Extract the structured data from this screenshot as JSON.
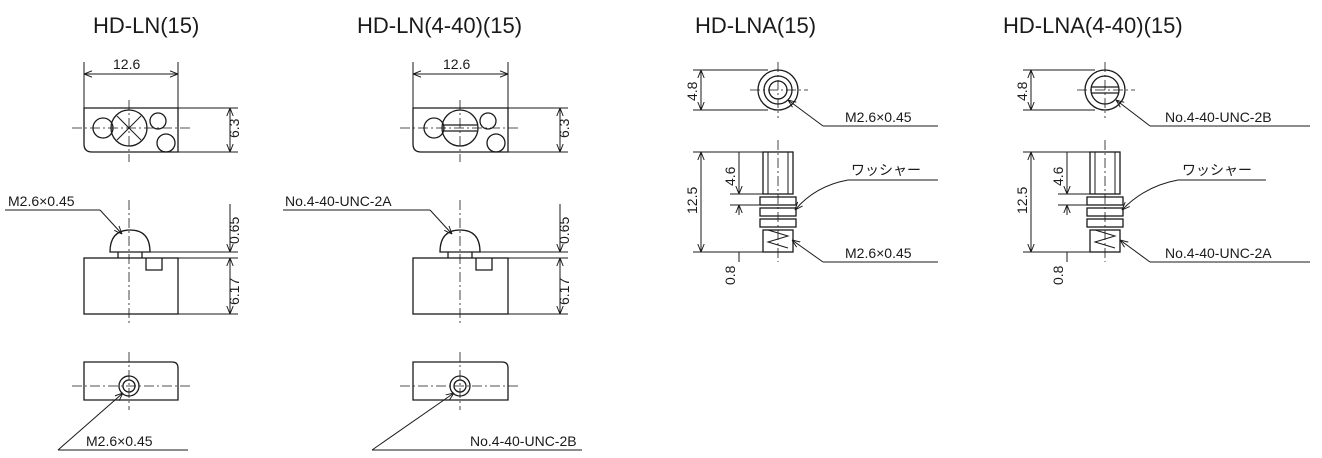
{
  "titles": {
    "ln": "HD-LN(15)",
    "ln440": "HD-LN(4-40)(15)",
    "lna": "HD-LNA(15)",
    "lna440": "HD-LNA(4-40)(15)"
  },
  "dims": {
    "width": "12.6",
    "height": "6.3",
    "head": "0.65",
    "body": "6.17",
    "nut": "4.8",
    "length": "12.5",
    "nut_h": "4.6",
    "gap": "0.8"
  },
  "callouts": {
    "m26": "M2.6×0.45",
    "unc2a": "No.4-40-UNC-2A",
    "unc2b": "No.4-40-UNC-2B",
    "washer": "ワッシャー"
  }
}
